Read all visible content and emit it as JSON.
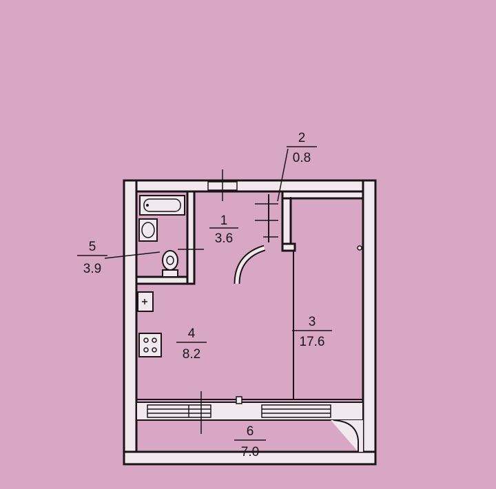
{
  "rooms": [
    {
      "number": "1",
      "area": "3.6"
    },
    {
      "number": "2",
      "area": "0.8"
    },
    {
      "number": "3",
      "area": "17.6"
    },
    {
      "number": "4",
      "area": "8.2"
    },
    {
      "number": "5",
      "area": "3.9"
    },
    {
      "number": "6",
      "area": "7.0"
    }
  ],
  "colors": {
    "paper": "#d7a7c3",
    "wall_fill": "#f2e9ef",
    "ink": "#1a1418"
  }
}
